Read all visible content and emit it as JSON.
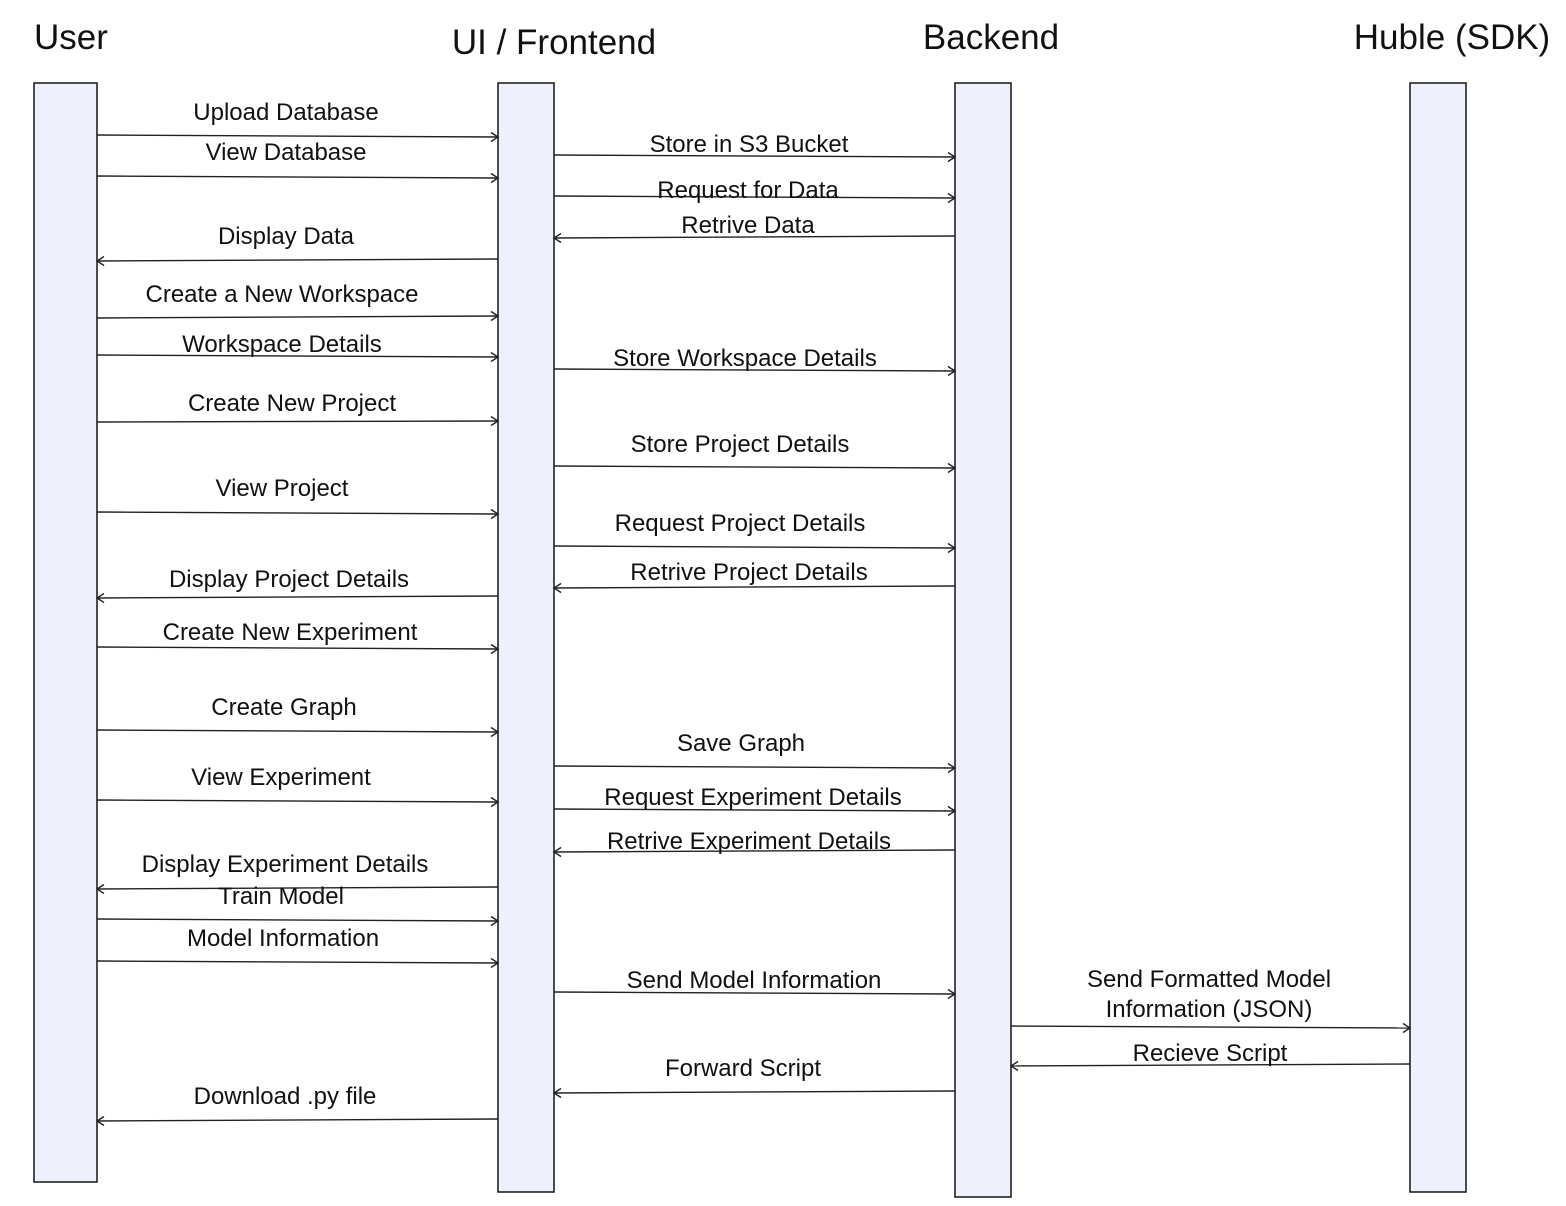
{
  "colors": {
    "lifeline_fill": "#eef0fb",
    "stroke": "#222222",
    "text": "#111111"
  },
  "lifelines": [
    {
      "id": "user",
      "label": "User"
    },
    {
      "id": "frontend",
      "label": "UI / Frontend"
    },
    {
      "id": "backend",
      "label": "Backend"
    },
    {
      "id": "sdk",
      "label": "Huble (SDK)"
    }
  ],
  "messages": [
    {
      "from": "user",
      "to": "frontend",
      "label": "Upload Database"
    },
    {
      "from": "user",
      "to": "frontend",
      "label": "View Database"
    },
    {
      "from": "frontend",
      "to": "backend",
      "label": "Store in S3 Bucket"
    },
    {
      "from": "frontend",
      "to": "backend",
      "label": "Request for Data"
    },
    {
      "from": "backend",
      "to": "frontend",
      "label": "Retrive Data"
    },
    {
      "from": "frontend",
      "to": "user",
      "label": "Display Data"
    },
    {
      "from": "user",
      "to": "frontend",
      "label": "Create a New Workspace"
    },
    {
      "from": "user",
      "to": "frontend",
      "label": "Workspace Details"
    },
    {
      "from": "frontend",
      "to": "backend",
      "label": "Store Workspace Details"
    },
    {
      "from": "user",
      "to": "frontend",
      "label": "Create New Project"
    },
    {
      "from": "frontend",
      "to": "backend",
      "label": "Store Project Details"
    },
    {
      "from": "user",
      "to": "frontend",
      "label": "View Project"
    },
    {
      "from": "frontend",
      "to": "backend",
      "label": "Request Project Details"
    },
    {
      "from": "backend",
      "to": "frontend",
      "label": "Retrive Project Details"
    },
    {
      "from": "frontend",
      "to": "user",
      "label": "Display Project Details"
    },
    {
      "from": "user",
      "to": "frontend",
      "label": "Create New Experiment"
    },
    {
      "from": "user",
      "to": "frontend",
      "label": "Create Graph"
    },
    {
      "from": "frontend",
      "to": "backend",
      "label": "Save Graph"
    },
    {
      "from": "user",
      "to": "frontend",
      "label": "View Experiment"
    },
    {
      "from": "frontend",
      "to": "backend",
      "label": "Request Experiment Details"
    },
    {
      "from": "backend",
      "to": "frontend",
      "label": "Retrive Experiment Details"
    },
    {
      "from": "frontend",
      "to": "user",
      "label": "Display Experiment Details"
    },
    {
      "from": "user",
      "to": "frontend",
      "label": "Train Model"
    },
    {
      "from": "user",
      "to": "frontend",
      "label": "Model  Information"
    },
    {
      "from": "frontend",
      "to": "backend",
      "label": "Send Model Information"
    },
    {
      "from": "backend",
      "to": "sdk",
      "label": "Send Formatted Model\nInformation (JSON)"
    },
    {
      "from": "sdk",
      "to": "backend",
      "label": "Recieve Script"
    },
    {
      "from": "backend",
      "to": "frontend",
      "label": "Forward Script"
    },
    {
      "from": "frontend",
      "to": "user",
      "label": "Download .py file"
    }
  ]
}
